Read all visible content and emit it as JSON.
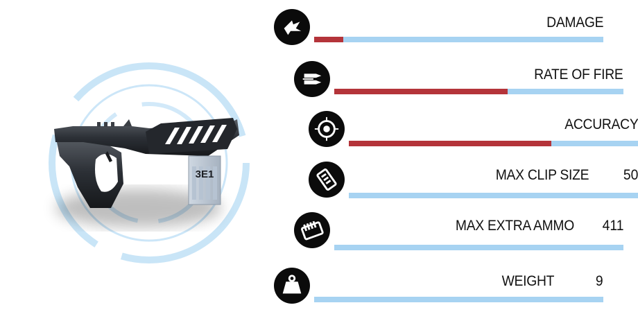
{
  "weapon": {
    "name_icon": "heavy-pistol-icon",
    "clip_marking": "3E1"
  },
  "stats": [
    {
      "icon": "damage-icon",
      "label": "DAMAGE",
      "value": "",
      "fill": 0.1
    },
    {
      "icon": "rate-of-fire-icon",
      "label": "RATE OF FIRE",
      "value": "",
      "fill": 0.6
    },
    {
      "icon": "accuracy-icon",
      "label": "ACCURACY",
      "value": "",
      "fill": 0.7
    },
    {
      "icon": "max-clip-size-icon",
      "label": "MAX CLIP SIZE",
      "value": "50",
      "fill": 0
    },
    {
      "icon": "max-extra-ammo-icon",
      "label": "MAX EXTRA AMMO",
      "value": "411",
      "fill": 0
    },
    {
      "icon": "weight-icon",
      "label": "WEIGHT",
      "value": "9",
      "fill": 0
    }
  ],
  "colors": {
    "bar_track": "#a7d3f2",
    "bar_fill": "#b4343a",
    "ring": "#bfe0f6"
  }
}
